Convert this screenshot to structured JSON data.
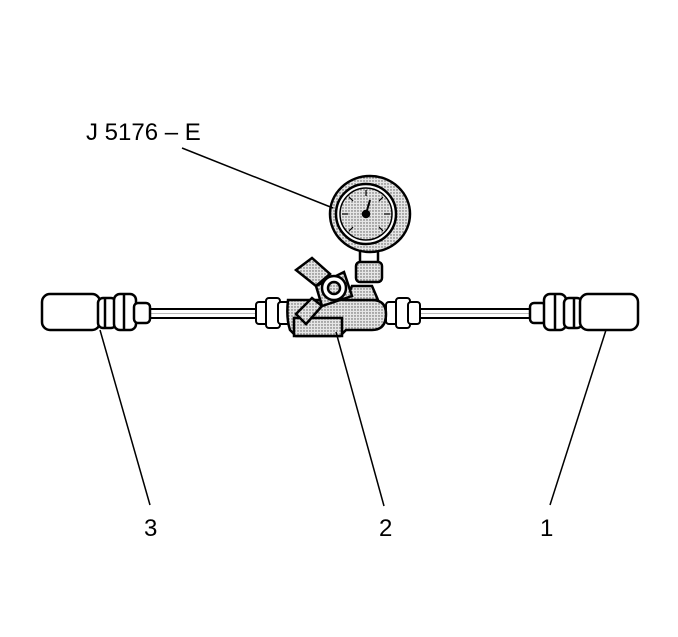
{
  "diagram": {
    "tool_label": "J 5176 – E",
    "callouts": [
      {
        "id": "1",
        "text": "1"
      },
      {
        "id": "2",
        "text": "2"
      },
      {
        "id": "3",
        "text": "3"
      }
    ]
  },
  "colors": {
    "stroke": "#000000",
    "shade": "#d9d9d9",
    "background": "#ffffff"
  }
}
